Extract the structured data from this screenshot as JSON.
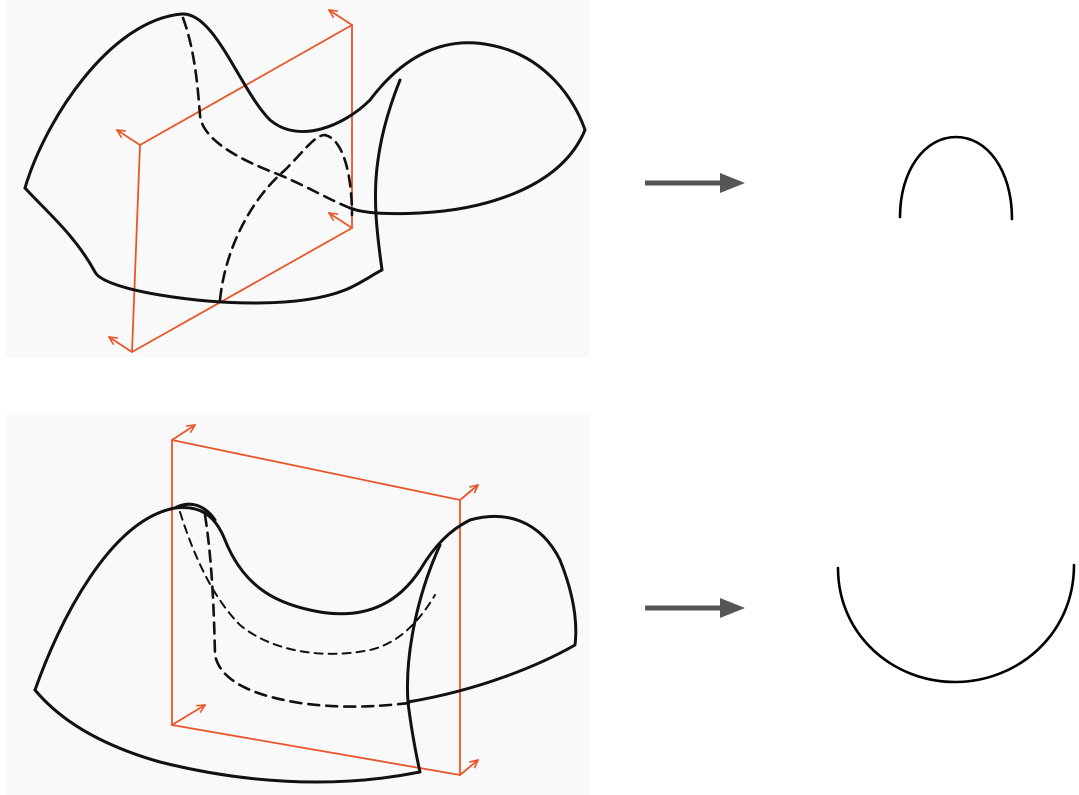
{
  "figure": {
    "rows": [
      {
        "id": "top",
        "surface": "saddle-surface",
        "plane_color": "#e8562a",
        "section_shape": "downward-opening-arc"
      },
      {
        "id": "bottom",
        "surface": "saddle-surface",
        "plane_color": "#e8562a",
        "section_shape": "upward-opening-arc"
      }
    ],
    "arrow_color": "#555555",
    "line_color": "#111111"
  }
}
